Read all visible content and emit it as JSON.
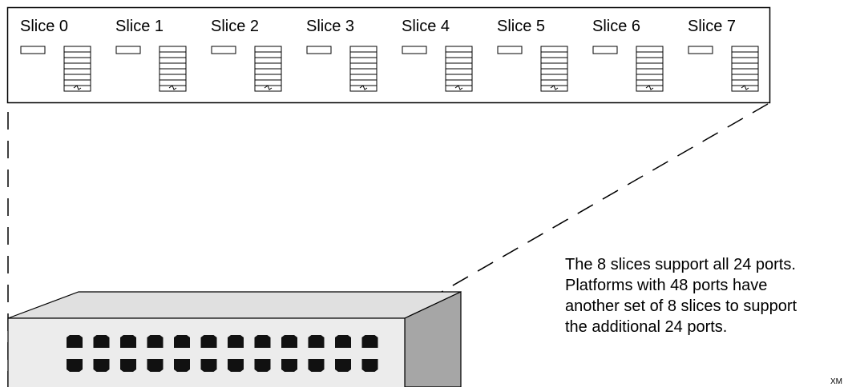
{
  "diagram": {
    "slice_labels": [
      "Slice 0",
      "Slice 1",
      "Slice 2",
      "Slice 3",
      "Slice 4",
      "Slice 5",
      "Slice 6",
      "Slice 7"
    ],
    "description_lines": [
      "The 8 slices support all 24 ports.",
      "Platforms with 48 ports have",
      "another set of 8 slices to support",
      "the additional 24 ports."
    ],
    "footer_mark": "XM",
    "switch_port_count": 24
  }
}
